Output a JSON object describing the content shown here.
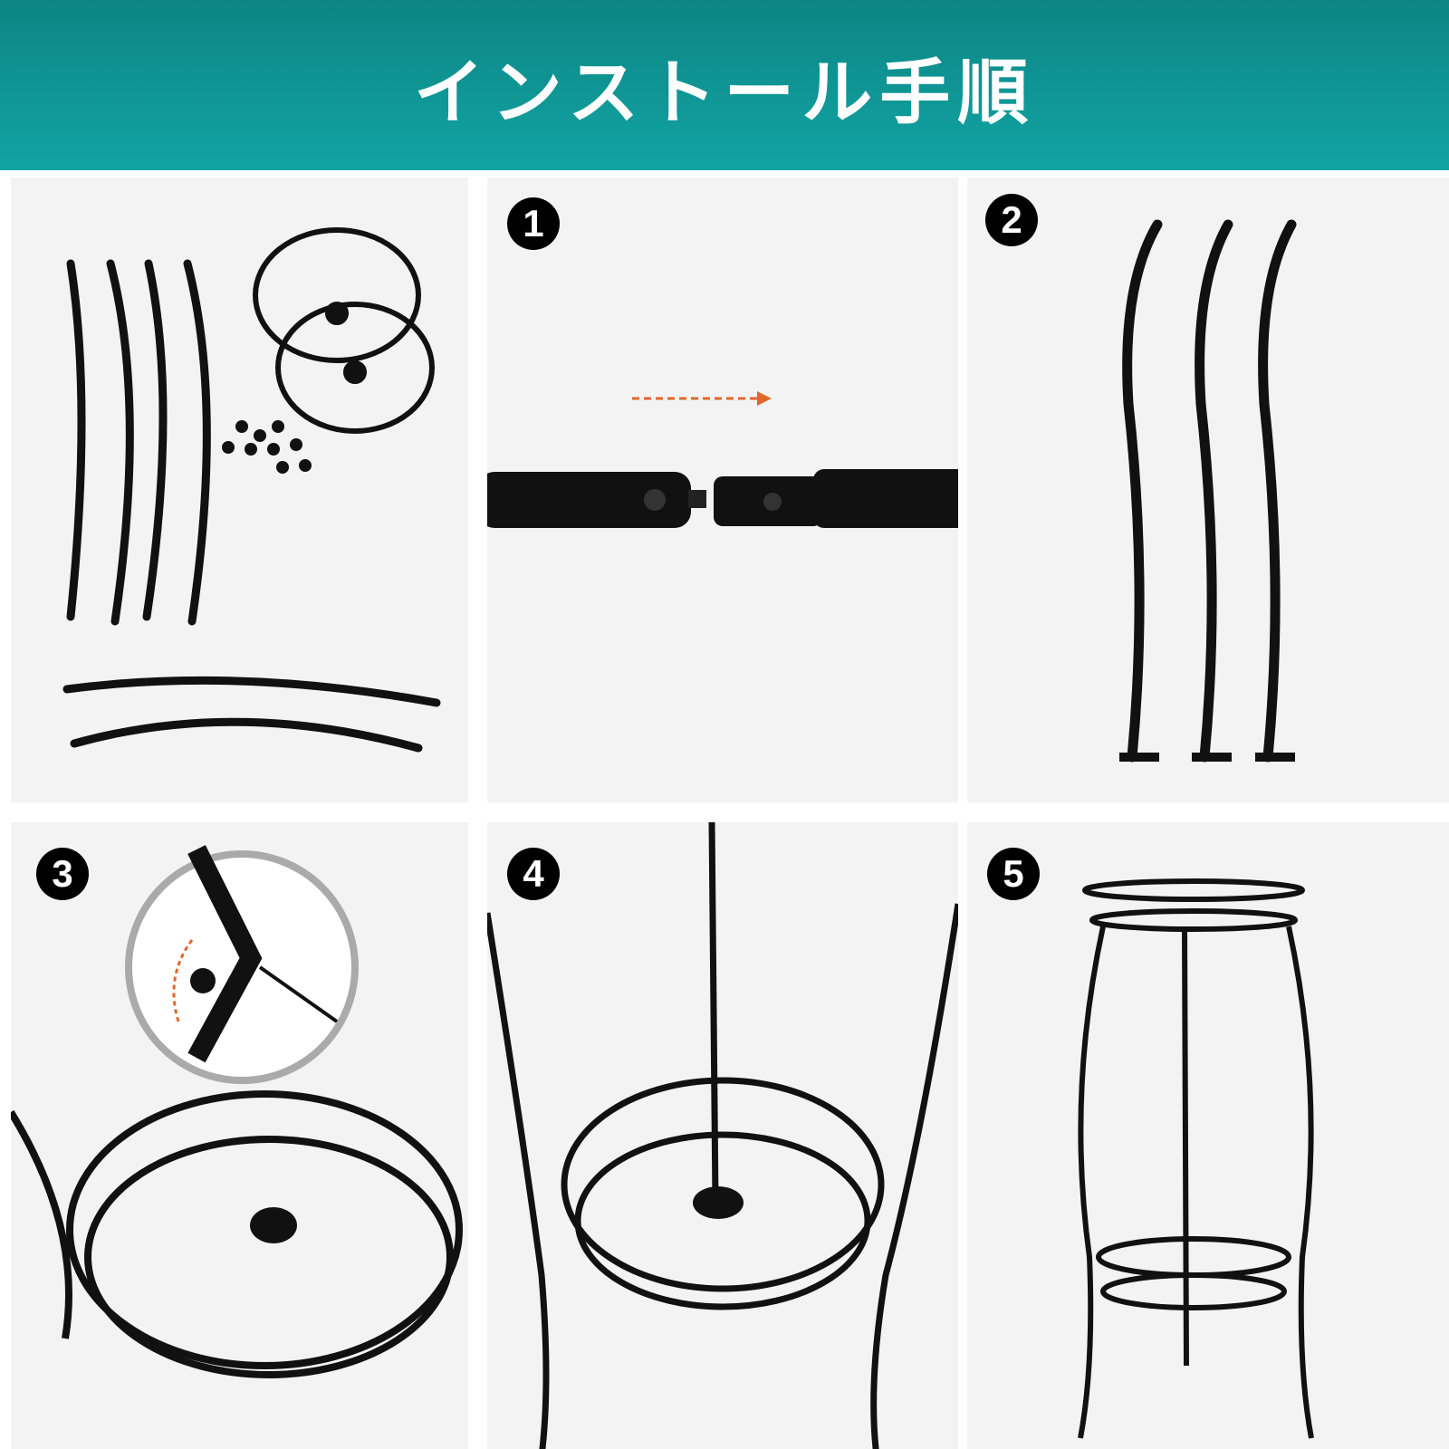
{
  "header": {
    "title": "インストール手順"
  },
  "steps": [
    {
      "number": "1"
    },
    {
      "number": "2"
    },
    {
      "number": "3"
    },
    {
      "number": "4"
    },
    {
      "number": "5"
    }
  ],
  "colors": {
    "header_top": "#0d8584",
    "header_bottom": "#11a4a3",
    "arrow": "#e0682a"
  }
}
